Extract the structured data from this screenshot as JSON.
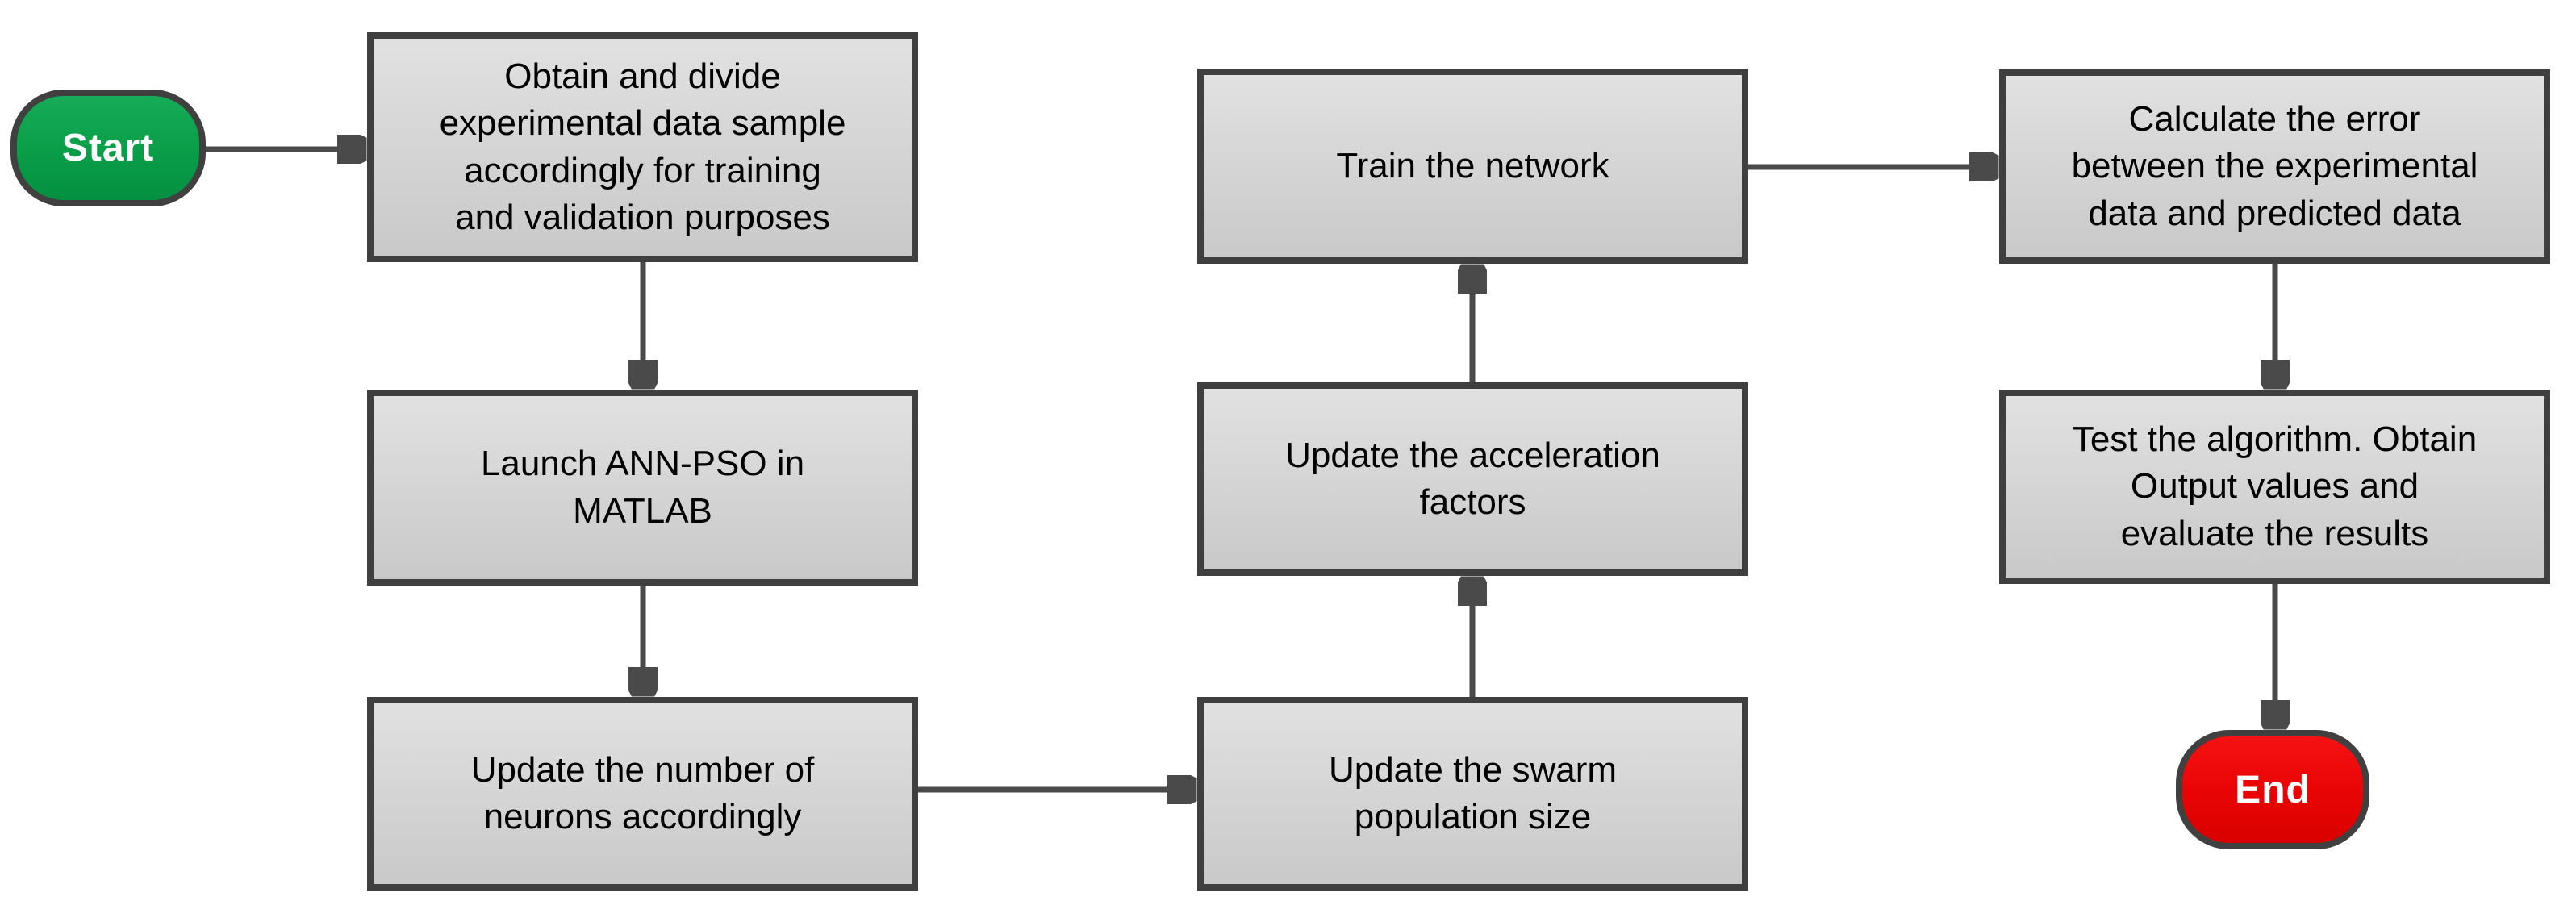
{
  "diagram": {
    "type": "flowchart",
    "colors": {
      "process_fill": "#d6d6d6",
      "process_border": "#3f3f3f",
      "start_fill": "#0ba04a",
      "end_fill": "#e90505",
      "terminator_border": "#404040",
      "connector": "#4a4a4a",
      "text": "#000000",
      "terminator_text": "#ffffff",
      "background": "#ffffff"
    },
    "nodes": {
      "start": {
        "label": "Start",
        "type": "terminator"
      },
      "step1": {
        "label": "Obtain and divide\nexperimental data sample\naccordingly for training\nand validation purposes",
        "type": "process"
      },
      "step2": {
        "label": "Launch ANN-PSO in\nMATLAB",
        "type": "process"
      },
      "step3": {
        "label": "Update the number of\nneurons accordingly",
        "type": "process"
      },
      "step4": {
        "label": "Update the swarm\npopulation size",
        "type": "process"
      },
      "step5": {
        "label": "Update the acceleration\nfactors",
        "type": "process"
      },
      "step6": {
        "label": "Train the network",
        "type": "process"
      },
      "step7": {
        "label": "Calculate the error\nbetween the experimental\ndata and predicted data",
        "type": "process"
      },
      "step8": {
        "label": "Test the algorithm. Obtain\nOutput values and\nevaluate the results",
        "type": "process"
      },
      "end": {
        "label": "End",
        "type": "terminator"
      }
    },
    "edges": [
      {
        "from": "start",
        "to": "step1"
      },
      {
        "from": "step1",
        "to": "step2"
      },
      {
        "from": "step2",
        "to": "step3"
      },
      {
        "from": "step3",
        "to": "step4"
      },
      {
        "from": "step4",
        "to": "step5"
      },
      {
        "from": "step5",
        "to": "step6"
      },
      {
        "from": "step6",
        "to": "step7"
      },
      {
        "from": "step7",
        "to": "step8"
      },
      {
        "from": "step8",
        "to": "end"
      }
    ]
  }
}
